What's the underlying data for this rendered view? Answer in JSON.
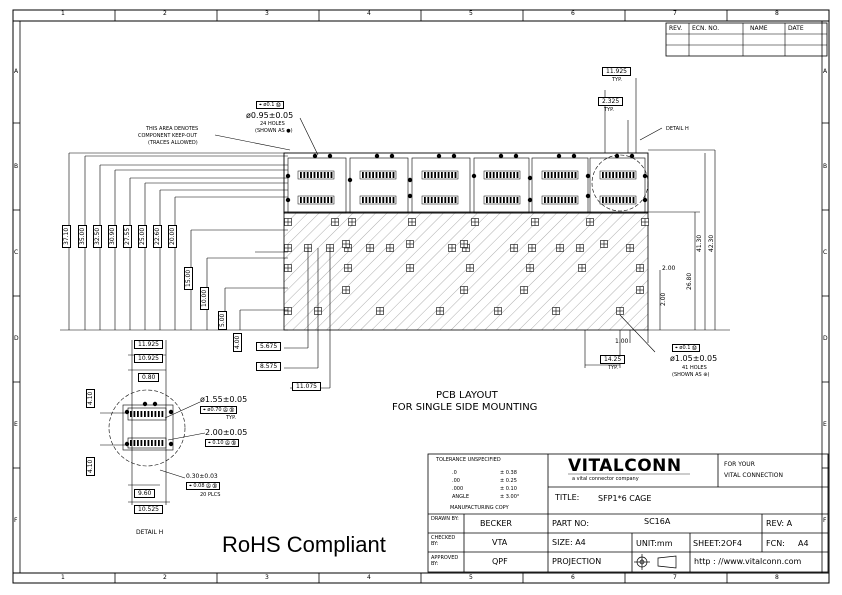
{
  "frame": {
    "columns": [
      "1",
      "2",
      "3",
      "4",
      "5",
      "6",
      "7",
      "8"
    ],
    "rows": [
      "A",
      "B",
      "C",
      "D",
      "E",
      "F"
    ]
  },
  "revision_table": {
    "headers": [
      "REV.",
      "ECN. NO.",
      "NAME",
      "DATE"
    ]
  },
  "notes": {
    "keepout_lines": [
      "THIS AREA DENOTES",
      "COMPONENT KEEP-OUT",
      "(TRACES ALLOWED)"
    ],
    "hole1_tol": "⌖ ø0.1 Ⓜ",
    "hole1_dia": "ø0.95±0.05",
    "hole1_count": "24 HOLES",
    "hole1_shown": "(SHOWN AS ●)",
    "detail_h": "DETAIL H",
    "hole2_tol": "⌖ ø0.1 Ⓜ",
    "hole2_dia": "ø1.05±0.05",
    "hole2_count": "41 HOLES",
    "hole2_shown": "(SHOWN AS ⊕)",
    "pcb_layout": "PCB LAYOUT",
    "single_side": "FOR SINGLE SIDE MOUNTING",
    "detail_title": "DETAIL H",
    "rohs": "RoHS Compliant"
  },
  "dims": {
    "top_typ": "11.925",
    "top_typ_label": "TYP.",
    "second_typ": "2.325",
    "second_typ_label": "TYP.",
    "left_vertical": [
      "37.10",
      "35.00",
      "32.50",
      "30.90",
      "27.55",
      "25.00",
      "22.60",
      "20.00",
      "15.00",
      "10.00",
      "5.00",
      "4.00"
    ],
    "h_5675": "5.675",
    "h_8575": "8.575",
    "h_11075": "11.075",
    "r_200a": "2.00",
    "r_200b": "2.00",
    "r_2680": "26.80",
    "r_4130": "41.30",
    "r_4230": "42.30",
    "r_100": "1.00",
    "r_1425": "14.25",
    "r_1425_typ": "TYP.",
    "d_11925": "11.925",
    "d_10925": "10.925",
    "d_080": "0.80",
    "d_410a": "4.10",
    "d_410b": "4.10",
    "d_960": "9.60",
    "d_10525": "10.525",
    "d_155": "ø1.55±0.05",
    "d_155_tol": "⌖ ø0.70 Ⓐ Ⓑ",
    "d_155_typ": "TYP.",
    "d_200": "2.00±0.05",
    "d_200_tol": "⌖ 0.10 Ⓐ Ⓑ",
    "d_030": "0.30±0.03",
    "d_030_tol": "⌖ 0.08 Ⓐ Ⓑ",
    "d_030_plcs": "20 PLCS"
  },
  "title_block": {
    "tolerance_header": "TOLERANCE UNSPECIFIED",
    "tol_rows": [
      [
        ".0",
        "± 0.38"
      ],
      [
        ".00",
        "± 0.25"
      ],
      [
        ".000",
        "± 0.10"
      ],
      [
        "ANGLE",
        "± 3.00°"
      ]
    ],
    "mfg_copy": "MANUFACTURING COPY",
    "logo": "VITALCONN",
    "tagline": "a vital connector company",
    "for_your": "FOR YOUR",
    "vital_connection": "VITAL CONNECTION",
    "title_label": "TITLE:",
    "title_value": "SFP1*6 CAGE",
    "drawn_label": "DRAWN BY:",
    "drawn_value": "BECKER",
    "checked_label": "CHECKED BY:",
    "checked_value": "VTA",
    "approved_label": "APPROVED BY:",
    "approved_value": "QPF",
    "part_label": "PART NO:",
    "part_value": "SC16A",
    "rev_label": "REV: A",
    "size_label": "SIZE: A4",
    "unit_label": "UNIT:mm",
    "sheet_label": "SHEET:2OF4",
    "fcn_label": "FCN:",
    "fcn_value": "A4",
    "projection_label": "PROJECTION",
    "url": "http : //www.vitalconn.com"
  }
}
